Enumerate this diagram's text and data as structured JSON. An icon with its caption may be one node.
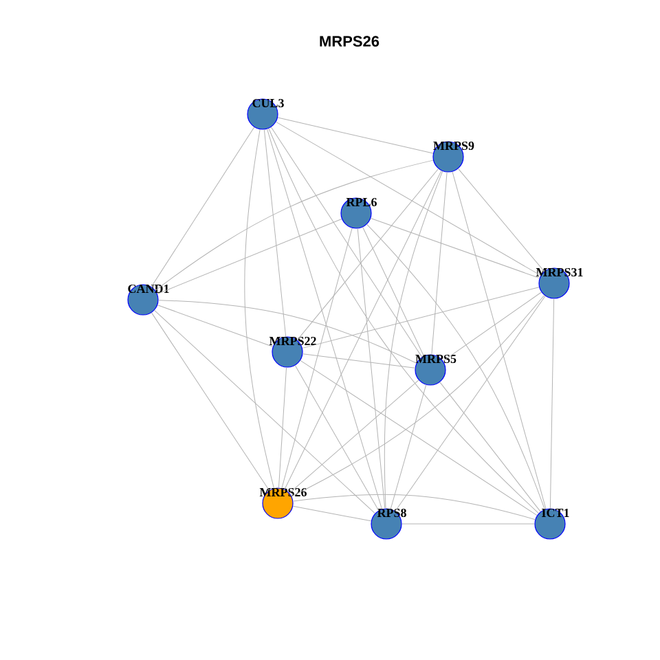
{
  "diagram": {
    "title": "MRPS26",
    "nodes": [
      {
        "text": [
          "CUL3"
        ]
      },
      {
        "text": [
          "MRPS9"
        ]
      },
      {
        "text": [
          "RPL6"
        ]
      },
      {
        "text": [
          "CAND1"
        ]
      },
      {
        "text": [
          "MRPS31"
        ]
      },
      {
        "text": [
          "MRPS22"
        ]
      },
      {
        "text": [
          "MRPS5"
        ]
      },
      {
        "text": [
          "MRPS26"
        ]
      },
      {
        "text": [
          "RPS8"
        ]
      },
      {
        "text": [
          "ICT1"
        ]
      }
    ],
    "edges": [
      {
        "from": 0,
        "to": 3,
        "arrow": "none"
      },
      {
        "from": 0,
        "to": 1,
        "arrow": "none"
      },
      {
        "from": 0,
        "to": 4,
        "arrow": "none"
      },
      {
        "from": 0,
        "to": 7,
        "arrow": "none"
      },
      {
        "from": 0,
        "to": 5,
        "arrow": "none"
      },
      {
        "from": 0,
        "to": 8,
        "arrow": "none"
      },
      {
        "from": 0,
        "to": 6,
        "arrow": "none"
      },
      {
        "from": 0,
        "to": 9,
        "arrow": "none"
      },
      {
        "from": 1,
        "to": 3,
        "arrow": "none"
      },
      {
        "from": 1,
        "to": 4,
        "arrow": "none"
      },
      {
        "from": 1,
        "to": 9,
        "arrow": "none"
      },
      {
        "from": 1,
        "to": 7,
        "arrow": "none"
      },
      {
        "from": 1,
        "to": 8,
        "arrow": "none"
      },
      {
        "from": 1,
        "to": 6,
        "arrow": "none"
      },
      {
        "from": 1,
        "to": 5,
        "arrow": "none"
      },
      {
        "from": 2,
        "to": 3,
        "arrow": "none"
      },
      {
        "from": 2,
        "to": 4,
        "arrow": "none"
      },
      {
        "from": 2,
        "to": 7,
        "arrow": "none"
      },
      {
        "from": 2,
        "to": 8,
        "arrow": "none"
      },
      {
        "from": 2,
        "to": 6,
        "arrow": "none"
      },
      {
        "from": 2,
        "to": 9,
        "arrow": "none"
      },
      {
        "from": 3,
        "to": 5,
        "arrow": "none"
      },
      {
        "from": 3,
        "to": 6,
        "arrow": "none"
      },
      {
        "from": 3,
        "to": 7,
        "arrow": "none"
      },
      {
        "from": 3,
        "to": 8,
        "arrow": "none"
      },
      {
        "from": 4,
        "to": 5,
        "arrow": "none"
      },
      {
        "from": 4,
        "to": 6,
        "arrow": "none"
      },
      {
        "from": 4,
        "to": 7,
        "arrow": "none"
      },
      {
        "from": 4,
        "to": 8,
        "arrow": "none"
      },
      {
        "from": 4,
        "to": 9,
        "arrow": "none"
      },
      {
        "from": 5,
        "to": 6,
        "arrow": "none"
      },
      {
        "from": 5,
        "to": 8,
        "arrow": "none"
      },
      {
        "from": 5,
        "to": 9,
        "arrow": "none"
      },
      {
        "from": 5,
        "to": 7,
        "arrow": "none"
      },
      {
        "from": 6,
        "to": 7,
        "arrow": "none"
      },
      {
        "from": 6,
        "to": 8,
        "arrow": "none"
      },
      {
        "from": 6,
        "to": 9,
        "arrow": "none"
      },
      {
        "from": 7,
        "to": 8,
        "arrow": "none"
      },
      {
        "from": 7,
        "to": 9,
        "arrow": "none"
      },
      {
        "from": 8,
        "to": 9,
        "arrow": "none"
      }
    ]
  }
}
